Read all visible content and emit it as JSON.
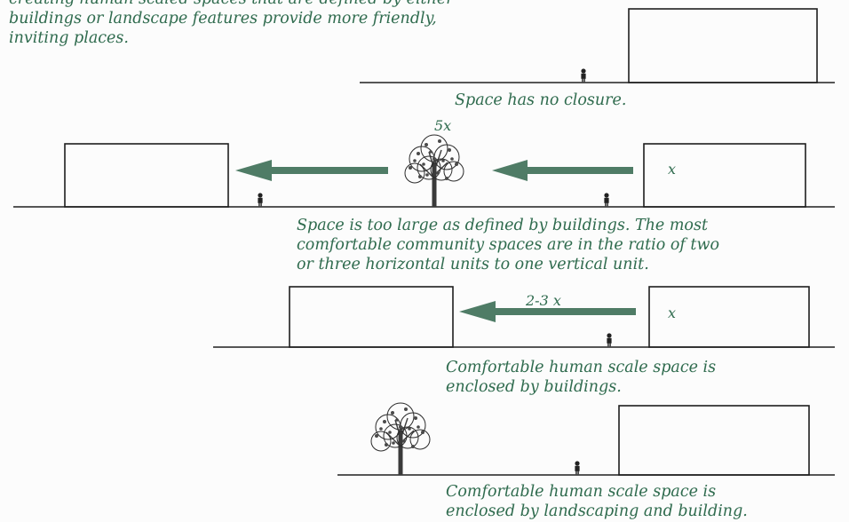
{
  "intro": {
    "lines": [
      "creating human scaled spaces that are defined by either",
      "buildings or landscape features provide more friendly,",
      "inviting places."
    ]
  },
  "scenes": {
    "no_closure": {
      "caption": "Space has no closure."
    },
    "too_large": {
      "height_label": "x",
      "width_label": "5x",
      "caption_lines": [
        "Space is too large as defined by buildings.  The most",
        "comfortable community spaces are in the ratio of two",
        "or three horizontal units to one vertical unit."
      ]
    },
    "buildings": {
      "height_label": "x",
      "width_label": "2-3 x",
      "caption_lines": [
        "Comfortable human scale space is",
        "enclosed by buildings."
      ]
    },
    "landscape": {
      "caption_lines": [
        "Comfortable human scale space is",
        "enclosed by landscaping and building."
      ]
    }
  },
  "colors": {
    "text": "#2f6b4e",
    "arrow": "#4f7c66",
    "ink": "#1e1e1e",
    "tree": "#3a3a3a"
  }
}
